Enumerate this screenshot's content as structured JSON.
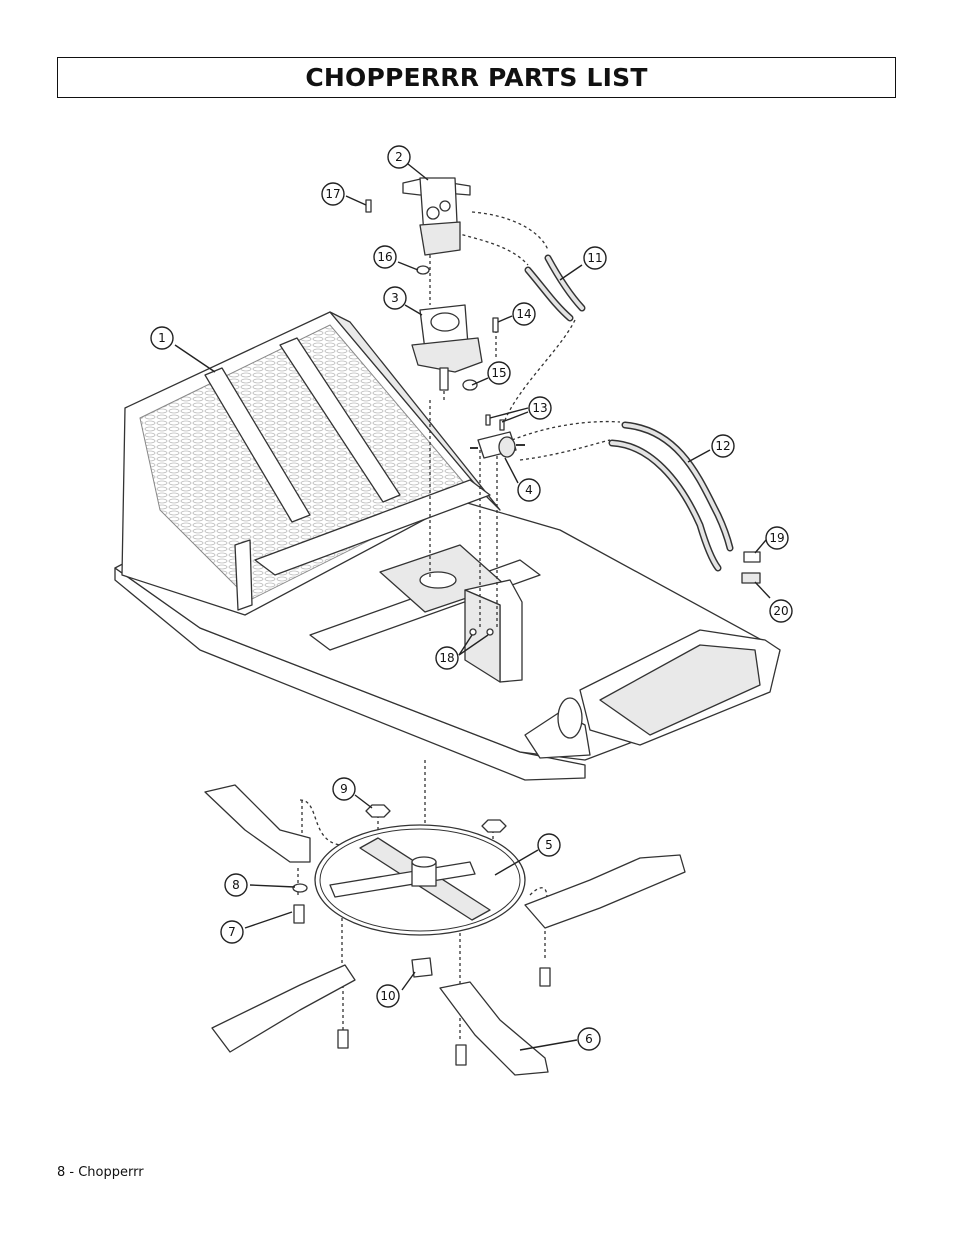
{
  "header": {
    "title": "CHOPPERRR PARTS LIST"
  },
  "footer": {
    "page_label": "8 - Chopperrr"
  },
  "callouts": [
    "1",
    "2",
    "3",
    "4",
    "5",
    "6",
    "7",
    "8",
    "9",
    "10",
    "11",
    "12",
    "13",
    "14",
    "15",
    "16",
    "17",
    "18",
    "19",
    "20"
  ]
}
